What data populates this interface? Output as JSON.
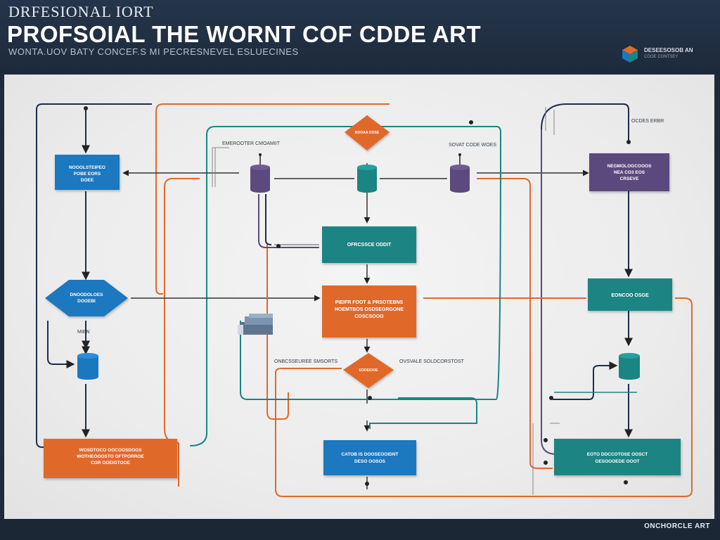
{
  "header": {
    "overline": "DRFESIONAL IORT",
    "title": "PROFSOIAL THE WORNT COF CDDE ART",
    "subtitle": "WONTA.UOV BATY CONCEF.S MI PECRESNEVEL ESLUECINES"
  },
  "brand": {
    "name": "DESEESOSOB AN",
    "tagline": "COOE CONTSEY"
  },
  "footer": {
    "brand": "ONCHORCLE ART"
  },
  "colors": {
    "navy": "#1e2c4a",
    "orange": "#e0692a",
    "teal": "#1b8583",
    "purple": "#5a4a7d",
    "blue": "#1a78bf",
    "line_gray": "#555555"
  },
  "diagram": {
    "nodes": {
      "topleft_box": {
        "label": [
          "NOOOLSTEIPEO",
          "POBE EORS",
          "DOEE"
        ]
      },
      "topright_box": {
        "label": [
          "NEGMOLOGCOOOS",
          "NEA CO3 EOS",
          "CRSEVE"
        ]
      },
      "center_box": {
        "label": [
          "OFRCSSCE ODDIT"
        ]
      },
      "core_box": {
        "label": [
          "PIEIFR FOOT & PRSOTEBNS",
          "HOEMTBOS OSDSEGRGONE",
          "COSCSOOO"
        ]
      },
      "right_mid_box": {
        "label": [
          "EONCOO OSGE"
        ]
      },
      "bottom_left_box": {
        "label": [
          "WOSDTOCO OOCOOSDOGS",
          "WOTHEOOOSTO OFTPORROE",
          "COR OOEIGTOOE"
        ]
      },
      "bottom_center_box": {
        "label": [
          "CATOB IS DOOSEOOIDNT",
          "DESO OOSOS"
        ]
      },
      "bottom_right_box": {
        "label": [
          "EOTO DDCCOTOSE OOSCT",
          "OESOOOEDE OOOT"
        ]
      },
      "left_diamond": {
        "label": [
          "DNOODOLOES",
          "DOOEBI"
        ]
      },
      "top_diamond": {
        "label": [
          "BOOAA OOSE"
        ]
      },
      "bottom_diamond": {
        "label": [
          "EOOEIOOE"
        ]
      }
    },
    "notes": {
      "n_top_left": "EMEROOTER CMOAMIIT",
      "n_top_mid": "SOVAT CODE WOES",
      "n_top_right": "OCDES ERBR",
      "n_left_mid": "MIEN",
      "n_mid_left": "ONBCSSEUREE SMSORTS",
      "n_mid_right": "OVSVALE SOLDCORSTOST"
    }
  }
}
